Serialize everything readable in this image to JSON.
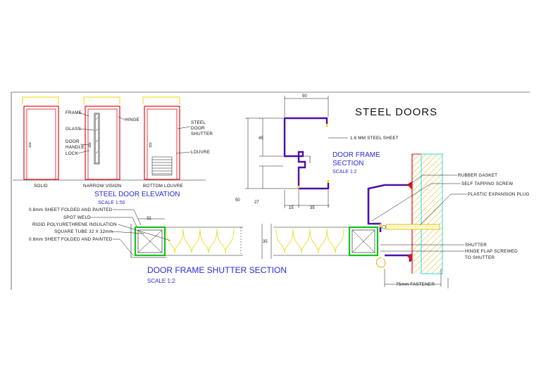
{
  "title": "STEEL DOORS",
  "elevation": {
    "door_labels": [
      "SOLID",
      "NARROW VISION",
      "BOTTOM LOUVRE"
    ],
    "callouts": [
      "FRAME",
      "GLASS",
      "DOOR",
      "HANDLE",
      "LOCK",
      "HINGE",
      "STEEL",
      "DOOR",
      "SHUTTER",
      "LOUVRE"
    ],
    "caption": "STEEL DOOR ELEVATION",
    "scale": "SCALE 1:50"
  },
  "frame_section": {
    "dim_top": "50",
    "dim_height": "45",
    "dim_left": "50",
    "dim_bottom_left": "27",
    "dim_b1": "15",
    "dim_b2": "35",
    "sheet_label": "1.6 MM STEEL SHEET",
    "caption_line1": "DOOR FRAME",
    "caption_line2": "SECTION",
    "scale": "SCALE 1:2"
  },
  "shutter_section": {
    "callouts": [
      "0.8mm SHEET FOLDED AND PAINTED",
      "SPOT WELD",
      "RIGID POLYURETHRENE INSULATION",
      "SQUARE TUBE 32 X 32mm",
      "0.8mm SHEET FOLDED AND PAINTED"
    ],
    "dim_32": "32",
    "dim_35": "35",
    "caption": "DOOR FRAME SHUTTER SECTION",
    "scale": "SCALE 1:2"
  },
  "jamb_detail": {
    "callouts": [
      "RUBBER GASKET",
      "SELF TAPPING SCREW",
      "PLASTIC EXPANSION PLUG",
      "SHUTTER",
      "HINGE FLAP SCREWED",
      "TO SHUTTER"
    ],
    "dim_fastener": "75mm  FASTENER"
  }
}
